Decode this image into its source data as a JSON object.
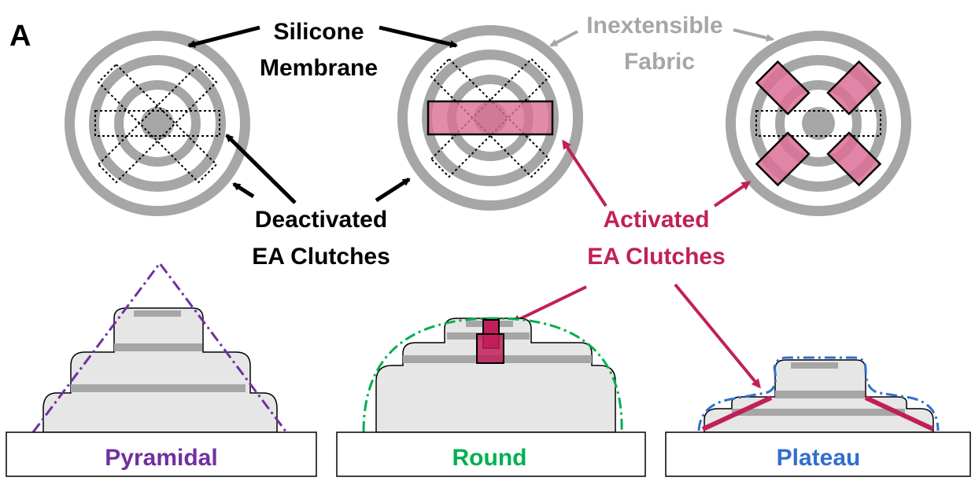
{
  "panel_label": "A",
  "annotations": {
    "silicone_line1": "Silicone",
    "silicone_line2": "Membrane",
    "fabric_line1": "Inextensible",
    "fabric_line2": "Fabric",
    "deactivated_line1": "Deactivated",
    "deactivated_line2": "EA Clutches",
    "activated_line1": "Activated",
    "activated_line2": "EA Clutches"
  },
  "shapes": {
    "pyramidal": "Pyramidal",
    "round": "Round",
    "plateau": "Plateau"
  },
  "colors": {
    "ring_gray": "#a6a6a6",
    "membrane_fill": "#e6e6e6",
    "clutch_active": "#c0205a",
    "clutch_fill": "#dc6f95",
    "pyramidal": "#7030a0",
    "round": "#00b050",
    "plateau": "#2f6fce",
    "fabric_gray": "#a6a6a6"
  }
}
